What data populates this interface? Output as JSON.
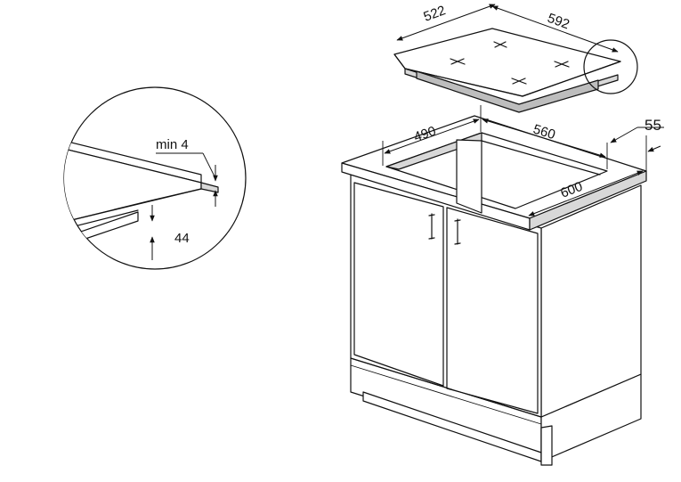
{
  "dimensions": {
    "hob_depth": "522",
    "hob_width": "592",
    "cutout_depth": "490",
    "cutout_width": "560",
    "edge_distance": "55",
    "worktop_depth": "600",
    "min_gap": "min 4",
    "worktop_thickness": "44"
  },
  "colors": {
    "line": "#111111",
    "shade": "#d8d8d8",
    "dark_shade": "#bdbdbd"
  }
}
